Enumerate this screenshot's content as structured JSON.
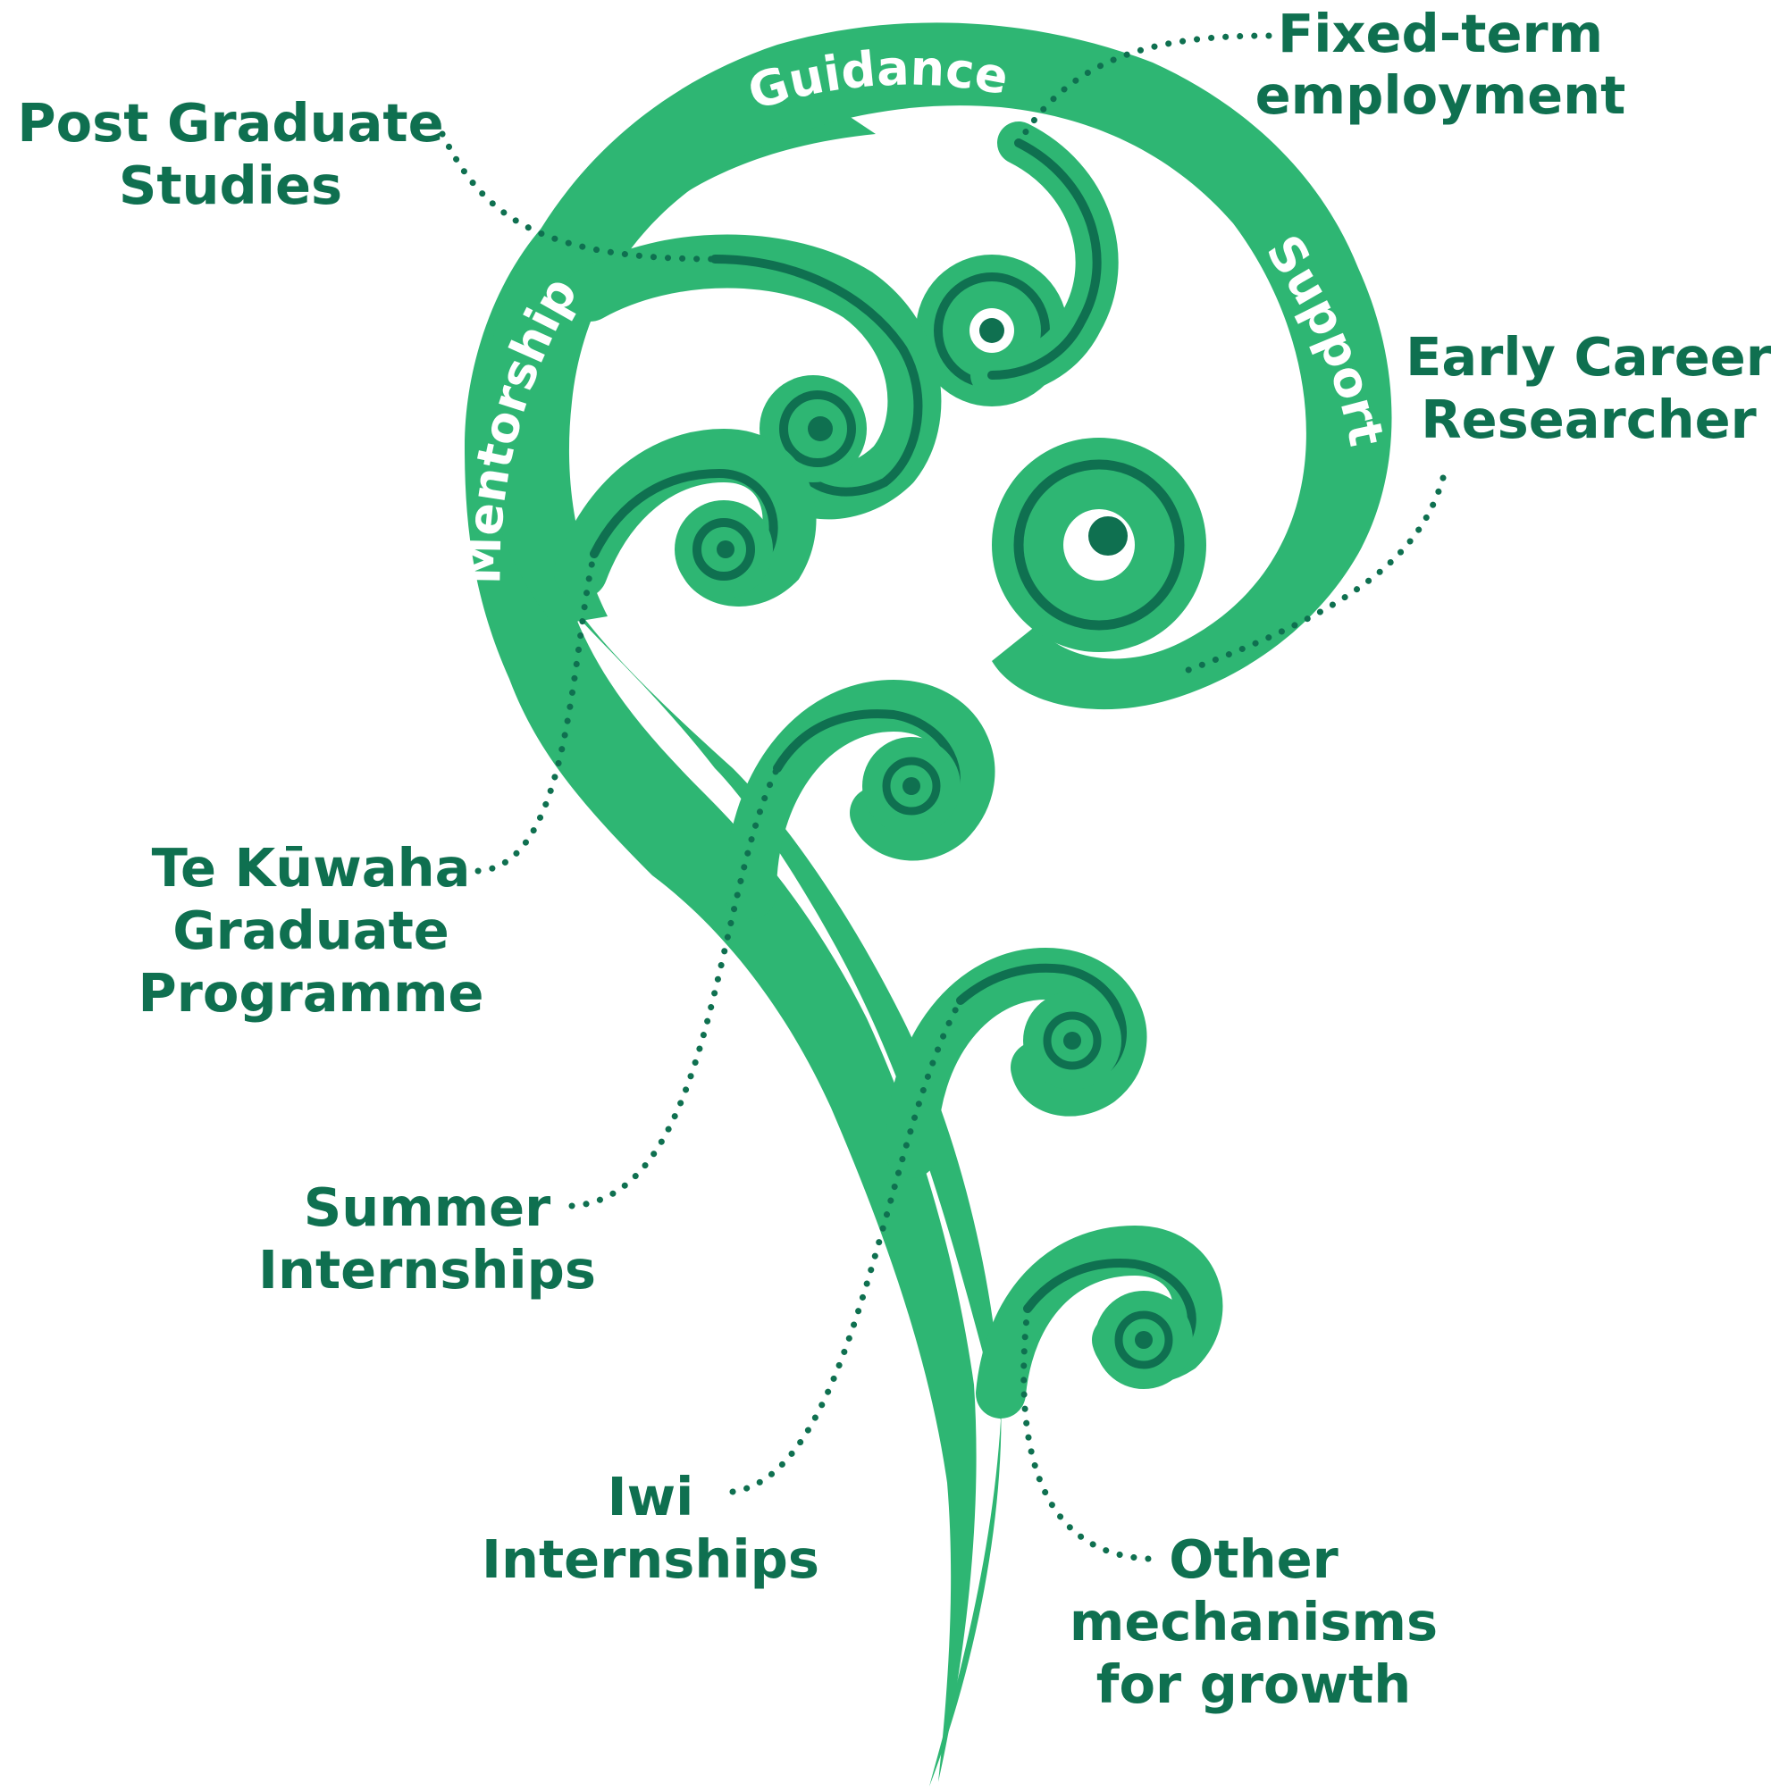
{
  "band_labels": {
    "mentorship": "Mentorship",
    "guidance": "Guidance",
    "support": "Support"
  },
  "labels": {
    "post_graduate": {
      "line1": "Post Graduate",
      "line2": "Studies"
    },
    "fixed_term": {
      "line1": "Fixed-term",
      "line2": "employment"
    },
    "early_career": {
      "line1": "Early Career",
      "line2": "Researcher"
    },
    "te_kuwaha": {
      "line1": "Te Kūwaha",
      "line2": "Graduate",
      "line3": "Programme"
    },
    "summer": {
      "line1": "Summer",
      "line2": "Internships"
    },
    "iwi": {
      "line1": "Iwi",
      "line2": "Internships"
    },
    "other": {
      "line1": "Other",
      "line2": "mechanisms",
      "line3": "for growth"
    }
  },
  "colors": {
    "fern": "#2eb673",
    "fern_dark": "#0f7050",
    "band_text": "#ffffff",
    "background": "#ffffff"
  }
}
